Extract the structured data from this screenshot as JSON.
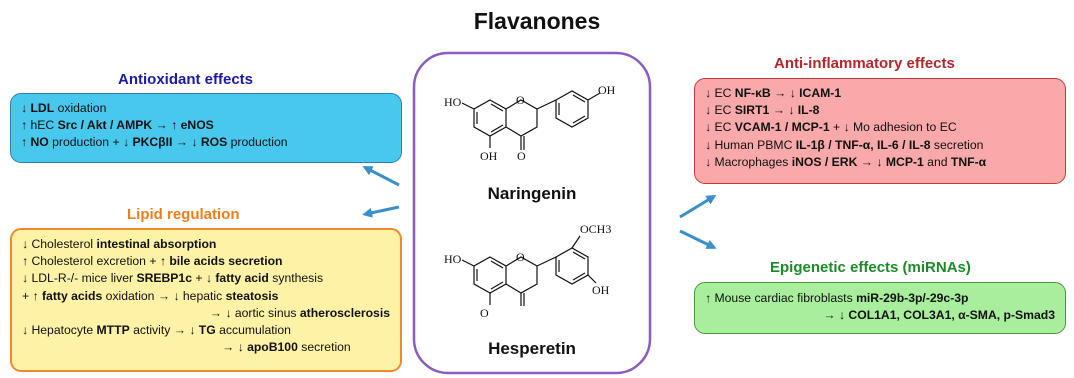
{
  "title": "Flavanones",
  "colors": {
    "antioxidant_header": "#1a1aa8",
    "antioxidant_fill": "#49c8ee",
    "lipid_header": "#ef7d1a",
    "lipid_fill": "#fdf2a6",
    "inflammatory_header": "#b3262c",
    "inflammatory_fill": "#f9a9a9",
    "epigenetic_header": "#1d8a2a",
    "epigenetic_fill": "#a8ee9c",
    "center_border": "#8a5cc0",
    "arrow": "#3a8ec9"
  },
  "molecules": {
    "naringenin": {
      "name": "Naringenin",
      "atoms": [
        "HO",
        "O",
        "OH",
        "OH",
        "O"
      ]
    },
    "hesperetin": {
      "name": "Hesperetin",
      "atoms": [
        "HO",
        "O",
        "OH",
        "O",
        "OCH3"
      ]
    }
  },
  "antioxidant": {
    "header": "Antioxidant effects",
    "lines": [
      [
        {
          "t": "↓ "
        },
        {
          "t": "LDL",
          "b": true
        },
        {
          "t": " oxidation"
        }
      ],
      [
        {
          "t": "↑ hEC "
        },
        {
          "t": "Src / Akt / AMPK",
          "b": true
        },
        {
          "t": " → ↑ "
        },
        {
          "t": "eNOS",
          "b": true
        }
      ],
      [
        {
          "t": "↑ "
        },
        {
          "t": "NO",
          "b": true
        },
        {
          "t": " production + ↓  "
        },
        {
          "t": "PKCβII",
          "b": true
        },
        {
          "t": " → ↓ "
        },
        {
          "t": "ROS",
          "b": true
        },
        {
          "t": " production"
        }
      ]
    ]
  },
  "lipid": {
    "header": "Lipid regulation",
    "lines": [
      {
        "r": false,
        "p": [
          {
            "t": "↓ Cholesterol "
          },
          {
            "t": "intestinal  absorption",
            "b": true
          }
        ]
      },
      {
        "r": false,
        "p": [
          {
            "t": "↑ Cholesterol excretion + ↑ "
          },
          {
            "t": "bile acids secretion",
            "b": true
          }
        ]
      },
      {
        "r": false,
        "p": [
          {
            "t": "↓ LDL-R-/- mice liver "
          },
          {
            "t": "SREBP1c",
            "b": true
          },
          {
            "t": " + ↓ "
          },
          {
            "t": "fatty acid",
            "b": true
          },
          {
            "t": " synthesis"
          }
        ]
      },
      {
        "r": false,
        "p": [
          {
            "t": "+ ↑ "
          },
          {
            "t": "fatty acids",
            "b": true
          },
          {
            "t": " oxidation → ↓ hepatic "
          },
          {
            "t": "steatosis",
            "b": true
          }
        ]
      },
      {
        "r": true,
        "p": [
          {
            "t": "→ ↓ aortic sinus "
          },
          {
            "t": "atherosclerosis",
            "b": true
          }
        ]
      },
      {
        "r": false,
        "p": [
          {
            "t": "↓ Hepatocyte "
          },
          {
            "t": "MTTP",
            "b": true
          },
          {
            "t": " activity → ↓ "
          },
          {
            "t": "TG",
            "b": true
          },
          {
            "t": " accumulation"
          }
        ]
      },
      {
        "r": false,
        "ind": true,
        "p": [
          {
            "t": "→ ↓ "
          },
          {
            "t": "apoB100",
            "b": true
          },
          {
            "t": " secretion"
          }
        ]
      }
    ]
  },
  "inflammatory": {
    "header": "Anti-inflammatory  effects",
    "lines": [
      [
        {
          "t": "↓ EC "
        },
        {
          "t": "NF-κB",
          "b": true
        },
        {
          "t": " → ↓ "
        },
        {
          "t": "ICAM-1",
          "b": true
        }
      ],
      [
        {
          "t": "↓ EC "
        },
        {
          "t": "SIRT1",
          "b": true
        },
        {
          "t": " → ↓ "
        },
        {
          "t": "IL-8",
          "b": true
        }
      ],
      [
        {
          "t": "↓ EC "
        },
        {
          "t": "VCAM-1 / MCP-1",
          "b": true
        },
        {
          "t": " + ↓ Mo adhesion to EC"
        }
      ],
      [
        {
          "t": "↓ Human PBMC "
        },
        {
          "t": "IL-1β / TNF-α, IL-6 / IL-8",
          "b": true
        },
        {
          "t": " secretion"
        }
      ],
      [
        {
          "t": "↓ Macrophages "
        },
        {
          "t": "iNOS / ERK",
          "b": true
        },
        {
          "t": " → ↓ "
        },
        {
          "t": "MCP-1",
          "b": true
        },
        {
          "t": " and "
        },
        {
          "t": "TNF-α",
          "b": true
        }
      ]
    ]
  },
  "epigenetic": {
    "header": "Epigenetic effects (miRNAs)",
    "lines": [
      {
        "r": false,
        "p": [
          {
            "t": "↑ Mouse cardiac fibroblasts "
          },
          {
            "t": "miR-29b-3p/-29c-3p",
            "b": true
          }
        ]
      },
      {
        "r": true,
        "p": [
          {
            "t": "→ ↓ "
          },
          {
            "t": "COL1A1, COL3A1, α-SMA, p-Smad3",
            "b": true
          }
        ]
      }
    ]
  }
}
